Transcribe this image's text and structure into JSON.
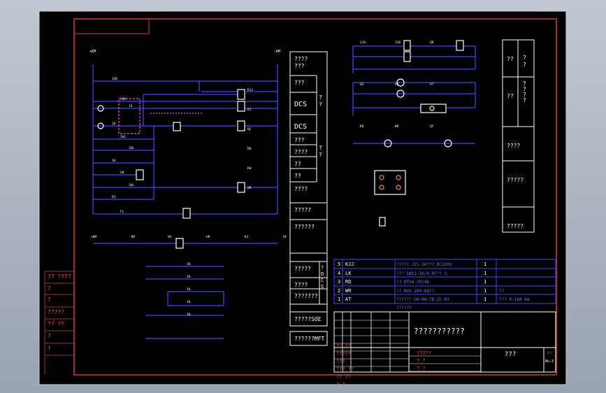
{
  "layout_labels": {
    "upper_left_box": ""
  },
  "left_stamp": {
    "rows": [
      "?? ????",
      "?",
      "?",
      "?????",
      "?? ??",
      "?",
      "?"
    ]
  },
  "right_blocks": {
    "middle_column": [
      "????\n???",
      "???",
      "DCS",
      "DCS",
      "???",
      "????",
      "??",
      "??",
      "????",
      "?????",
      "??????",
      "?????",
      "????",
      "???????",
      "?????SOE",
      "??????MFT"
    ],
    "middle_side": [
      "?\n?",
      "?\n?",
      "?\nD\nC\nS"
    ],
    "right_column": [
      "??",
      "??",
      "????",
      "?????",
      "?????"
    ],
    "right_side": [
      "?\n?",
      "?\n?\n?\n?"
    ]
  },
  "equipment_table": {
    "rows": [
      {
        "no": "5",
        "code": "KJJ",
        "model": "????? JZ1-16??? DC220V",
        "qty": "1",
        "note": ""
      },
      {
        "no": "4",
        "code": "LK",
        "model": "??? LW12-16/4.0??? 3",
        "qty": "1",
        "note": ""
      },
      {
        "no": "3",
        "code": "RD",
        "model": "??  RT14-20/4A",
        "qty": "1",
        "note": ""
      },
      {
        "no": "2",
        "code": "WR",
        "model": "?? RXG-100-80??",
        "qty": "1",
        "note": "??"
      },
      {
        "no": "1",
        "code": "AT",
        "model": "?????? CH-A6-7B-ZC-03",
        "qty": "1",
        "note": "??? 0-10A 6A"
      }
    ],
    "footer": "??????"
  },
  "title_block": {
    "main_title": "???????????",
    "unit": "???",
    "left_rows": [
      "?? ??",
      "?????",
      "???",
      "??? ??",
      "?? ??",
      "? ?"
    ],
    "mid_rows": [
      "?????",
      "? ?",
      "? ?"
    ],
    "right_codes": [
      "??",
      "No.3"
    ]
  },
  "diagram": {
    "top_left_terminals": [
      "+KM",
      "-KM"
    ],
    "left_column_labels": [
      "1SH",
      "2SH",
      "1A",
      "2A",
      "1HL",
      "2HL",
      "3A",
      "SB",
      "2HL",
      "RI",
      "FL"
    ],
    "relay_labels": [
      "KJJ",
      "KJ",
      "QF",
      "RD",
      "KW",
      "WR"
    ],
    "bottom_labels": [
      "+KM",
      "-KM",
      "HG",
      "HR",
      "KJ",
      "QF"
    ],
    "lower_labels": [
      "DL",
      "DL",
      "DL",
      "DL",
      "DL"
    ],
    "right_diagram_labels": [
      "11A",
      "11B",
      "QR",
      "HG",
      "HR",
      "AT",
      "RD",
      "WR",
      "QF"
    ]
  }
}
